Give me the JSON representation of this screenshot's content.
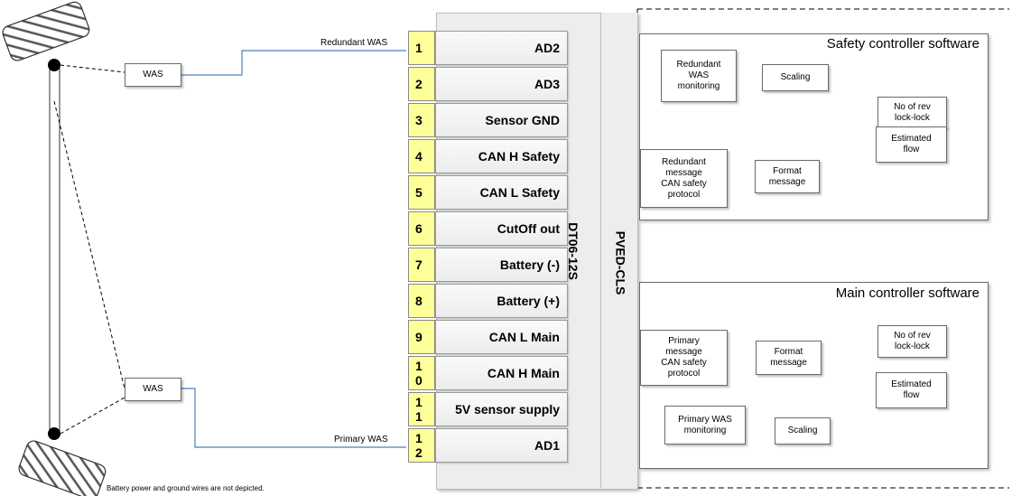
{
  "connector": {
    "name": "DT06-12S",
    "module": "PVED-CLS",
    "pins": [
      {
        "num": "1",
        "label": "AD2"
      },
      {
        "num": "2",
        "label": "AD3"
      },
      {
        "num": "3",
        "label": "Sensor GND"
      },
      {
        "num": "4",
        "label": "CAN H Safety"
      },
      {
        "num": "5",
        "label": "CAN L Safety"
      },
      {
        "num": "6",
        "label": "CutOff out"
      },
      {
        "num": "7",
        "label": "Battery (-)"
      },
      {
        "num": "8",
        "label": "Battery (+)"
      },
      {
        "num": "9",
        "label": "CAN L Main"
      },
      {
        "num": "1\n0",
        "label": "CAN H Main"
      },
      {
        "num": "1\n1",
        "label": "5V sensor supply"
      },
      {
        "num": "1\n2",
        "label": "AD1"
      }
    ]
  },
  "sensors": {
    "top": "WAS",
    "bottom": "WAS",
    "redundant_wire": "Redundant WAS",
    "primary_wire": "Primary WAS"
  },
  "footnote": "Battery power and ground wires are not depicted.",
  "safety": {
    "title": "Safety controller software",
    "monitor": "Redundant\nWAS\nmonitoring",
    "scaling": "Scaling",
    "revs": "No of rev\nlock-lock",
    "flow": "Estimated\nflow",
    "format": "Format\nmessage",
    "message": "Redundant\nmessage\nCAN safety\nprotocol"
  },
  "main": {
    "title": "Main controller software",
    "monitor": "Primary WAS\nmonitoring",
    "scaling": "Scaling",
    "revs": "No of rev\nlock-lock",
    "flow": "Estimated\nflow",
    "format": "Format\nmessage",
    "message": "Primary\nmessage\nCAN safety\nprotocol"
  },
  "colors": {
    "wire": "#4a7fc1",
    "pin_fill": "#ffff99"
  }
}
